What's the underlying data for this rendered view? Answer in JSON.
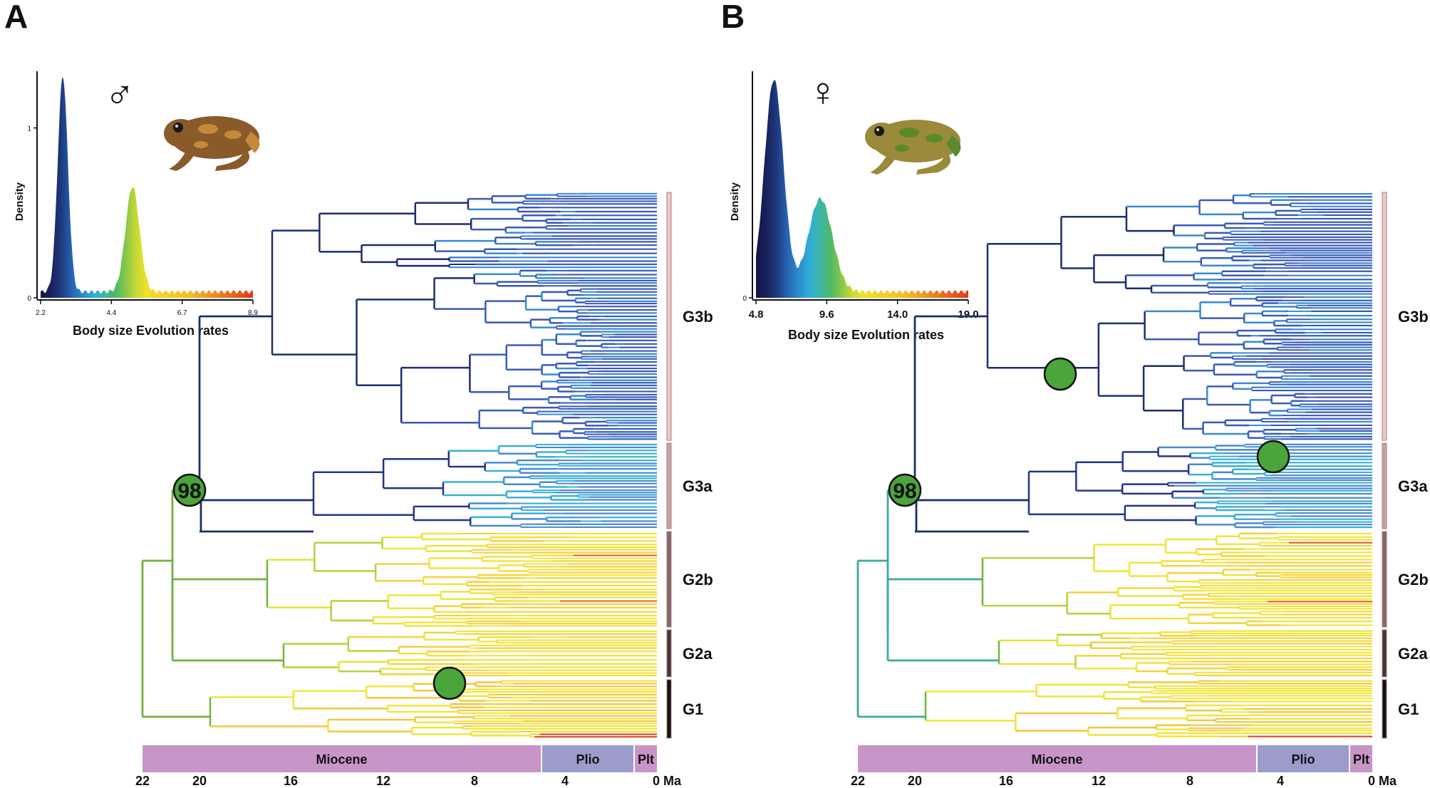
{
  "panels": [
    {
      "id": "A",
      "letter": "A",
      "sex_symbol": "♂",
      "density_plot": {
        "ylabel": "Density",
        "xlabel": "Body size Evolution rates",
        "x_ticks": [
          "2.2",
          "4.4",
          "6.7",
          "8.9"
        ],
        "y_ticks": [
          "0",
          "1"
        ],
        "x_range": [
          2.2,
          8.9
        ],
        "peaks": [
          {
            "center": 2.9,
            "height": 1.27,
            "width": 0.16
          },
          {
            "center": 5.1,
            "height": 0.62,
            "width": 0.22
          }
        ]
      },
      "frog_image": "male-frog-photo",
      "node_support_label": "98",
      "shift_markers": [
        "rate-shift-marker-g1"
      ],
      "clades": [
        {
          "label": "G3b",
          "color": "#f2c7c7"
        },
        {
          "label": "G3a",
          "color": "#c9a0a3"
        },
        {
          "label": "G2b",
          "color": "#8a6566"
        },
        {
          "label": "G2a",
          "color": "#4a3436"
        },
        {
          "label": "G1",
          "color": "#111111"
        }
      ],
      "epochs": [
        {
          "label": "Miocene",
          "color": "#c895c8"
        },
        {
          "label": "Plio",
          "color": "#9b9bcc"
        },
        {
          "label": "Plt",
          "color": "#c895c8"
        }
      ],
      "time_ticks": [
        "22",
        "20",
        "16",
        "12",
        "8",
        "4",
        "0 Ma"
      ]
    },
    {
      "id": "B",
      "letter": "B",
      "sex_symbol": "♀",
      "density_plot": {
        "ylabel": "Density",
        "xlabel": "Body size Evolution rates",
        "x_ticks": [
          "4.8",
          "9.6",
          "14.0",
          "19.0"
        ],
        "y_ticks": [
          "0"
        ],
        "x_range": [
          4.8,
          19.0
        ],
        "peaks": [
          {
            "center": 6.0,
            "height": 1.25,
            "width": 0.3
          },
          {
            "center": 9.1,
            "height": 0.55,
            "width": 0.38
          }
        ]
      },
      "frog_image": "female-frog-photo",
      "node_support_label": "98",
      "shift_markers": [
        "rate-shift-marker-g3b",
        "rate-shift-marker-g3a"
      ],
      "clades": [
        {
          "label": "G3b",
          "color": "#f2c7c7"
        },
        {
          "label": "G3a",
          "color": "#c9a0a3"
        },
        {
          "label": "G2b",
          "color": "#8a6566"
        },
        {
          "label": "G2a",
          "color": "#4a3436"
        },
        {
          "label": "G1",
          "color": "#111111"
        }
      ],
      "epochs": [
        {
          "label": "Miocene",
          "color": "#c895c8"
        },
        {
          "label": "Plio",
          "color": "#9b9bcc"
        },
        {
          "label": "Plt",
          "color": "#c895c8"
        }
      ],
      "time_ticks": [
        "22",
        "20",
        "16",
        "12",
        "8",
        "4",
        "0 Ma"
      ]
    }
  ],
  "colors": {
    "node_marker": "#4aa53a",
    "rate_low": "#1b2a6b",
    "rate_mid": "#f2e42a",
    "rate_high": "#e0401a"
  }
}
